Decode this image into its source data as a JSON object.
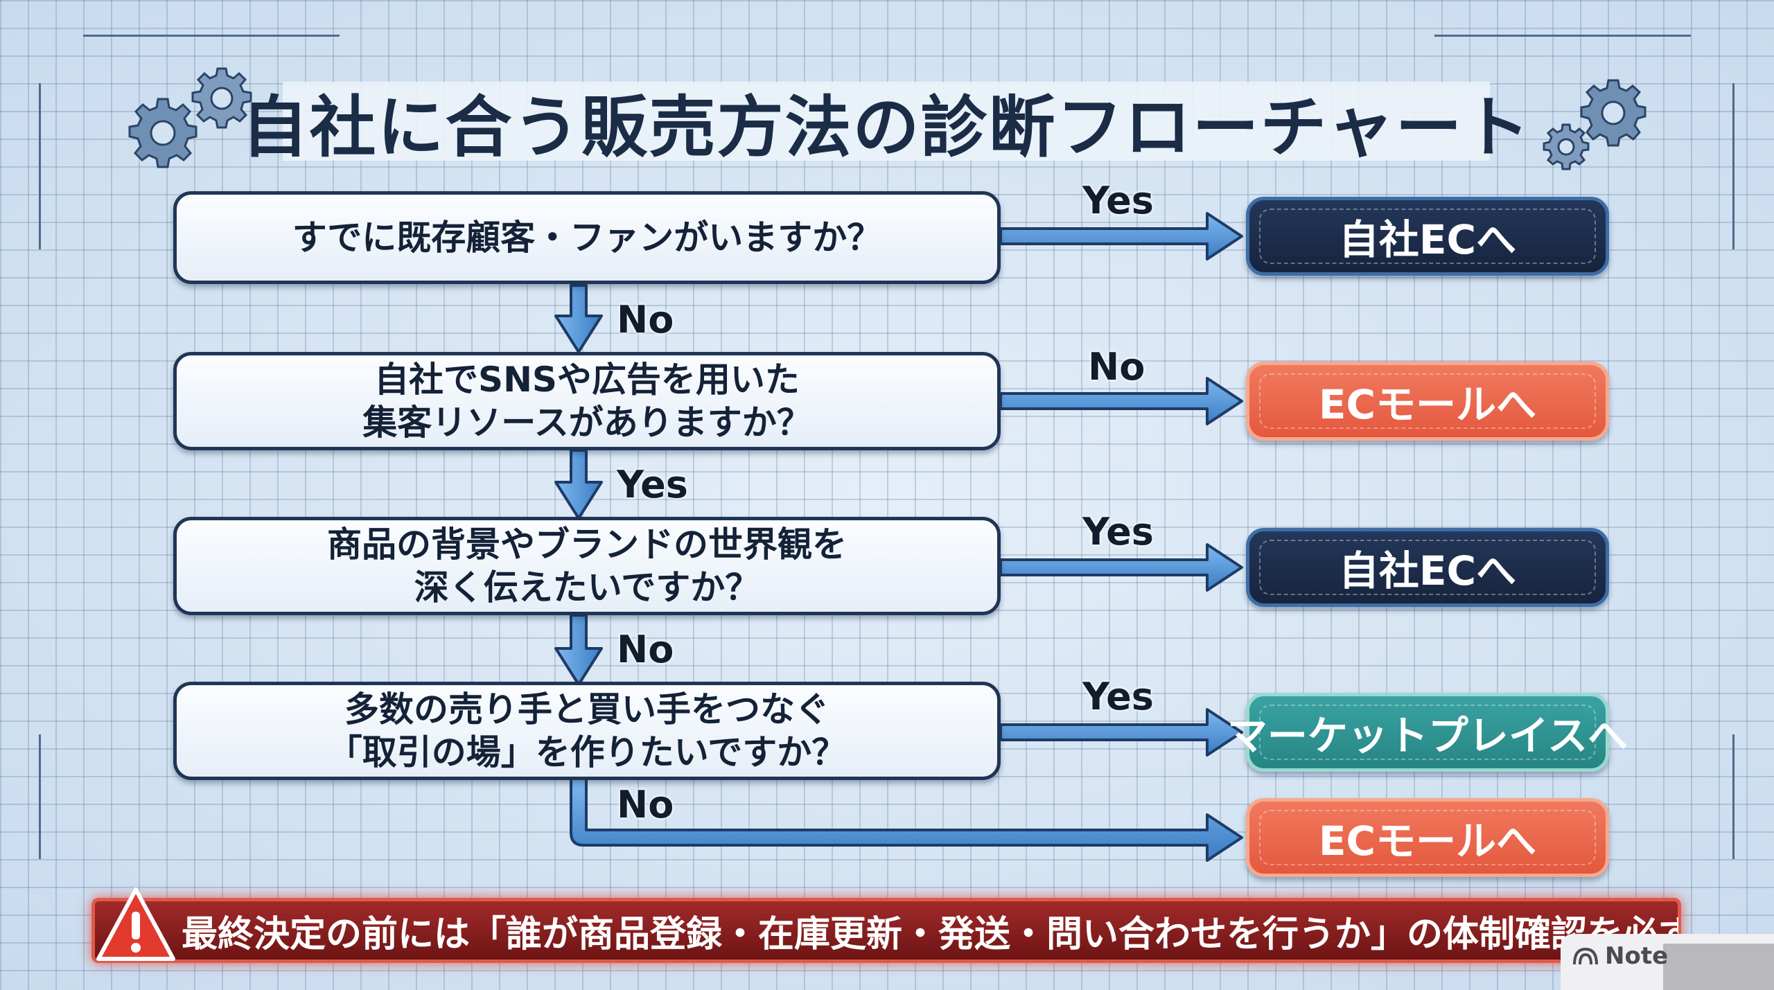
{
  "title": "自社に合う販売方法の診断フローチャート",
  "questions": [
    {
      "line1": "すでに既存顧客・ファンがいますか？",
      "line2": ""
    },
    {
      "line1": "自社でSNSや広告を用いた",
      "line2": "集客リソースがありますか？"
    },
    {
      "line1": "商品の背景やブランドの世界観を",
      "line2": "深く伝えたいですか？"
    },
    {
      "line1": "多数の売り手と買い手をつなぐ",
      "line2": "「取引の場」を作りたいですか？"
    }
  ],
  "side_labels": [
    "Yes",
    "No",
    "Yes",
    "Yes"
  ],
  "down_labels": [
    "No",
    "Yes",
    "No",
    "No"
  ],
  "results": [
    {
      "label": "自社ECへ",
      "style": "dark",
      "color": "#1b2a45"
    },
    {
      "label": "ECモールへ",
      "style": "orange",
      "color": "#e8644a"
    },
    {
      "label": "自社ECへ",
      "style": "dark",
      "color": "#1b2a45"
    },
    {
      "label": "マーケットプレイスへ",
      "style": "teal",
      "color": "#2f9695"
    },
    {
      "label": "ECモールへ",
      "style": "orange",
      "color": "#e8644a"
    }
  ],
  "warning": {
    "icon": "warning-triangle-icon",
    "text": "最終決定の前には「誰が商品登録・在庫更新・発送・問い合わせを行うか」の体制確認を必ず行うこと"
  },
  "watermark": {
    "icon": "notebooklm-logo-icon",
    "text": "Note"
  },
  "colors": {
    "arrow": "#4a8fd6",
    "arrow_outline": "#1e3b66",
    "grid_background": "#d3e3f2"
  }
}
